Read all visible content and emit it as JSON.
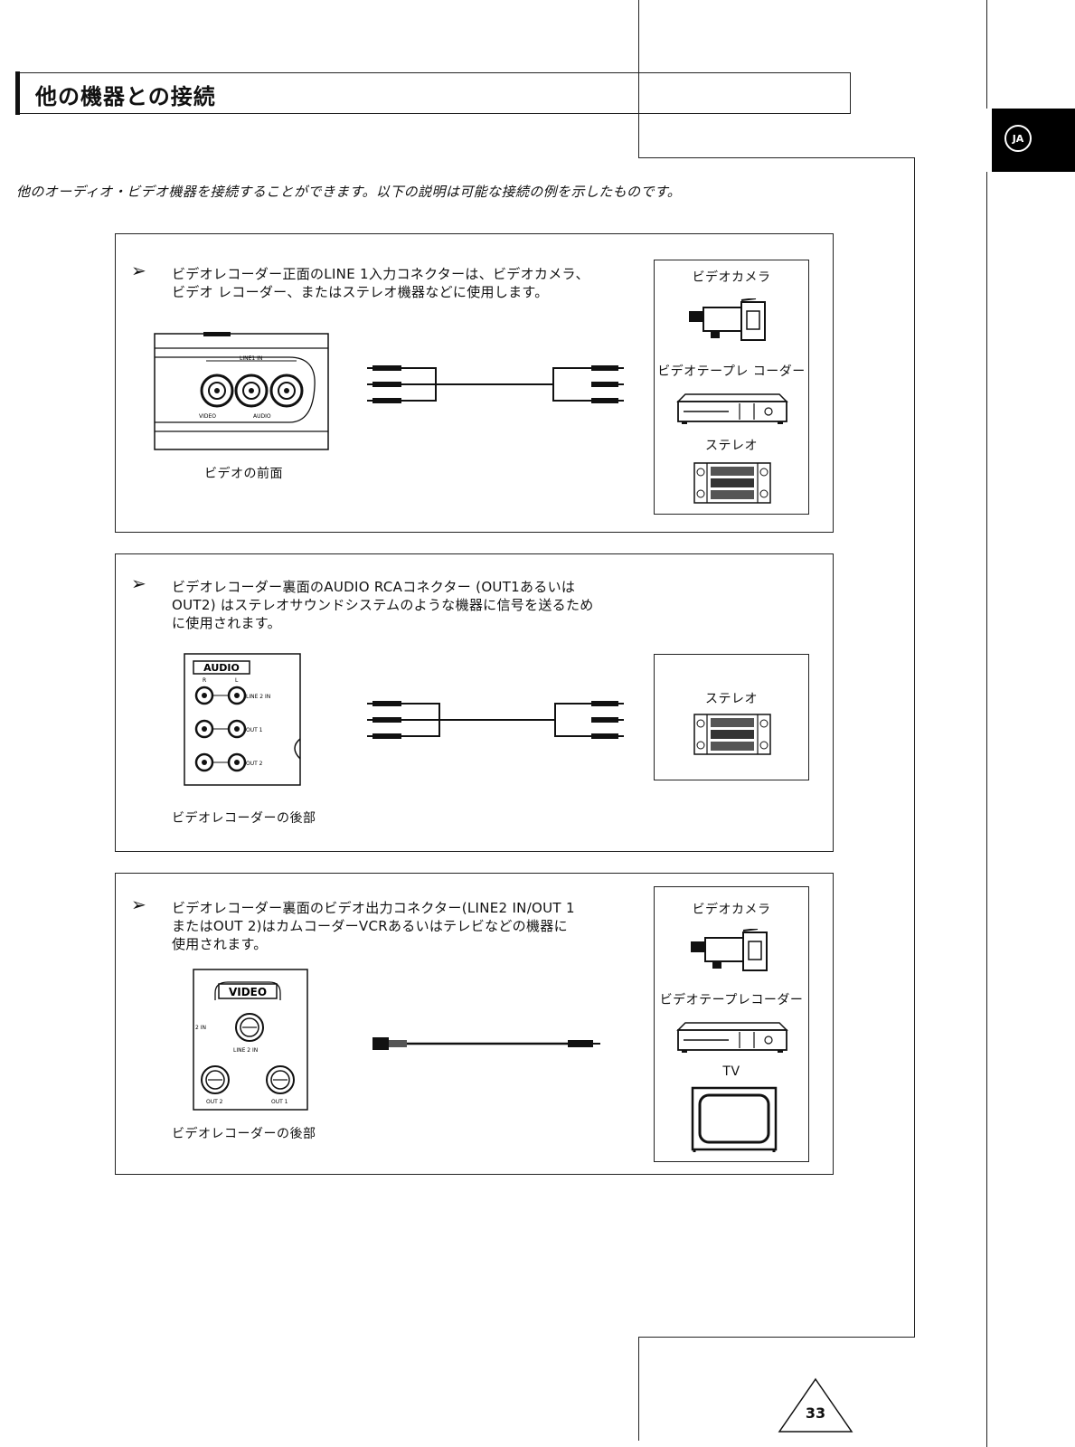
{
  "page": {
    "title": "他の機器との接続",
    "lang_tab": "JA",
    "intro": "他のオーディオ・ビデオ機器を接続することができます。以下の説明は可能な接続の例を示したものです。",
    "page_number": "33"
  },
  "sections": [
    {
      "lines": [
        "ビデオレコーダー正面のLINE 1入力コネクターは、ビデオカメラ、",
        "ビデオ レコーダー、またはステレオ機器などに使用します。"
      ],
      "caption": "ビデオの前面",
      "panel_labels": {
        "line_in": "LINE1 IN",
        "video": "VIDEO",
        "audio": "AUDIO"
      },
      "devices": [
        "ビデオカメラ",
        "ビデオテープレ コーダー",
        "ステレオ"
      ]
    },
    {
      "lines": [
        "ビデオレコーダー裏面のAUDIO RCAコネクター (OUT1あるいは",
        "OUT2) はステレオサウンドシステムのような機器に信号を送るため",
        "に使用されます。"
      ],
      "caption": "ビデオレコーダーの後部",
      "panel_labels": {
        "audio": "AUDIO",
        "r": "R",
        "l": "L",
        "line2": "LINE 2 IN",
        "out1": "OUT 1",
        "out2": "OUT 2"
      },
      "devices": [
        "ステレオ"
      ]
    },
    {
      "lines": [
        "ビデオレコーダー裏面のビデオ出力コネクター(LINE2 IN/OUT 1",
        "またはOUT 2)はカムコーダーVCRあるいはテレビなどの機器に",
        "使用されます。"
      ],
      "caption": "ビデオレコーダーの後部",
      "panel_labels": {
        "video": "VIDEO",
        "line2": "LINE 2 IN",
        "out2": "OUT 2",
        "out1": "OUT 1",
        "in": "2 IN"
      },
      "devices": [
        "ビデオカメラ",
        "ビデオテープレコーダー",
        "TV"
      ]
    }
  ],
  "arrow_glyph": "➢"
}
